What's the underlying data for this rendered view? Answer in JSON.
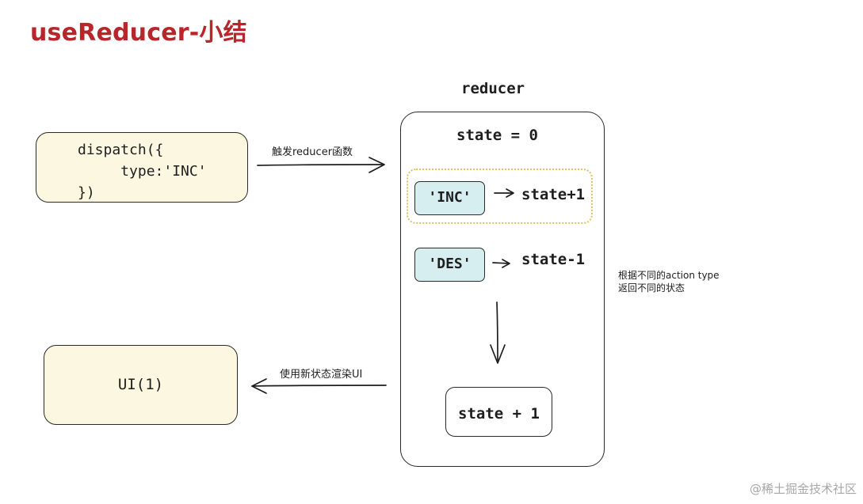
{
  "title": "useReducer-小结",
  "dispatch_box": {
    "code": "dispatch({\n     type:'INC'\n})"
  },
  "ui_box": {
    "label": "UI(1)"
  },
  "reducer": {
    "label": "reducer",
    "initial_state": "state = 0",
    "cases": [
      {
        "key": "'INC'",
        "effect": "state+1"
      },
      {
        "key": "'DES'",
        "effect": "state-1"
      }
    ],
    "result": "state + 1"
  },
  "arrow_labels": {
    "trigger": "触发reducer函数",
    "render": "使用新状态渲染UI"
  },
  "note": {
    "line1": "根据不同的action type",
    "line2": "返回不同的状态"
  },
  "watermark": "@稀土掘金技术社区"
}
